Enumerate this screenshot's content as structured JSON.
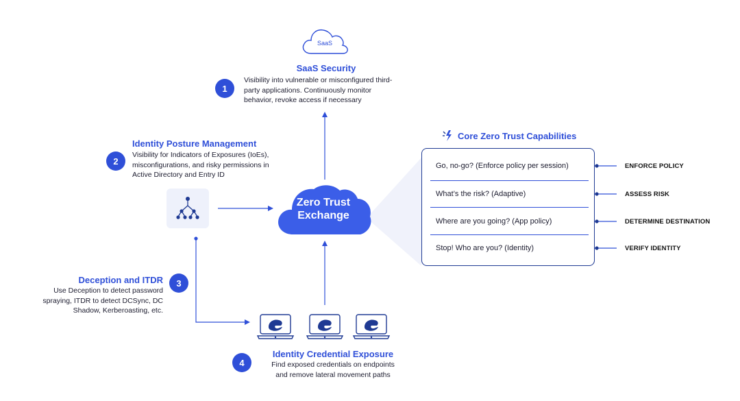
{
  "saas_cloud": {
    "label": "SaaS"
  },
  "saas": {
    "badge": "1",
    "title": "SaaS Security",
    "desc_lines": [
      "Visibility into vulnerable or misconfigured third-",
      "party applications. Continuously monitor",
      "behavior, revoke access if necessary"
    ]
  },
  "identity_posture": {
    "badge": "2",
    "title": "Identity Posture Management",
    "desc_lines": [
      "Visibility for Indicators of Exposures (IoEs),",
      "misconfigurations, and risky permissions in",
      "Active Directory and Entry ID"
    ]
  },
  "deception": {
    "badge": "3",
    "title": "Deception and ITDR",
    "desc_lines": [
      "Use Deception to detect password",
      "spraying, ITDR to detect DCSync, DC",
      "Shadow, Kerberoasting, etc."
    ]
  },
  "credential": {
    "badge": "4",
    "title": "Identity Credential Exposure",
    "desc_lines": [
      "Find exposed credentials on endpoints",
      "and remove lateral movement paths"
    ]
  },
  "center": {
    "line1": "Zero Trust",
    "line2": "Exchange"
  },
  "capabilities": {
    "title": "Core Zero Trust Capabilities",
    "rows": [
      {
        "text": "Go, no-go? (Enforce policy per session)",
        "label": "ENFORCE POLICY"
      },
      {
        "text": "What’s the risk? (Adaptive)",
        "label": "ASSESS RISK"
      },
      {
        "text": "Where are you going? (App policy)",
        "label": "DETERMINE DESTINATION"
      },
      {
        "text": "Stop! Who are you? (Identity)",
        "label": "VERIFY IDENTITY"
      }
    ]
  },
  "colors": {
    "accent": "#2f4fd8",
    "navy": "#1f3a93",
    "cloud": "#3b5ee8"
  },
  "icons": [
    "cloud-icon",
    "sparkle-icon",
    "hierarchy-icon",
    "laptop-icon"
  ]
}
